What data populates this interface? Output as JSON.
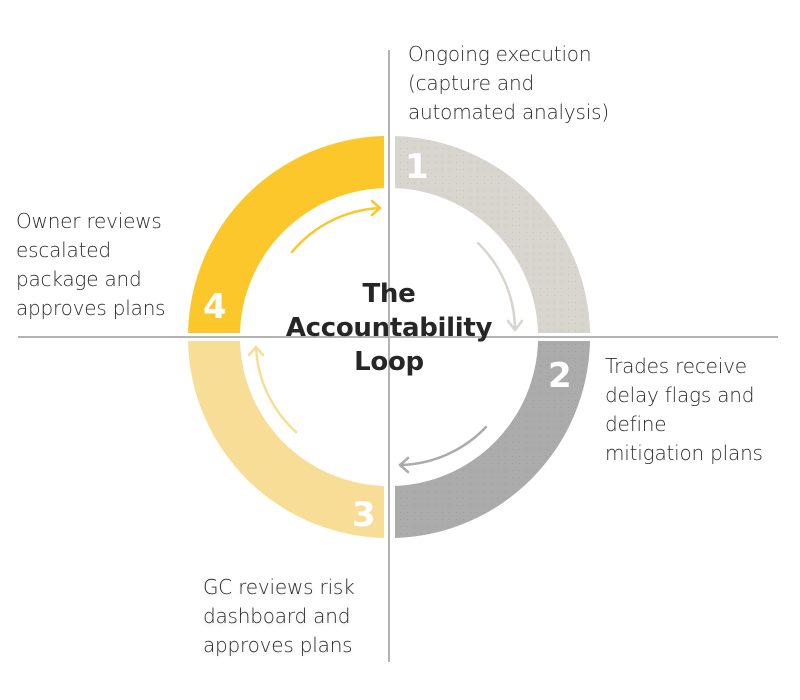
{
  "title": {
    "lines": [
      "The",
      "Accountability",
      "Loop"
    ]
  },
  "colors": {
    "segment_1": "#d8d5cf",
    "segment_2": "#ababab",
    "segment_3": "#f8dd96",
    "segment_4": "#fcc72a",
    "divider_line": "#b3b3b3",
    "title_text": "#262626",
    "label_text": "#2b2b2b",
    "number_text": "#ffffff"
  },
  "steps": [
    {
      "number": "1",
      "lines": [
        "Ongoing execution",
        "(capture and",
        "automated analysis)"
      ]
    },
    {
      "number": "2",
      "lines": [
        "Trades receive",
        "delay flags and",
        "define",
        "mitigation plans"
      ]
    },
    {
      "number": "3",
      "lines": [
        "GC reviews risk",
        "dashboard and",
        "approves plans"
      ]
    },
    {
      "number": "4",
      "lines": [
        "Owner reviews",
        "escalated",
        "package and",
        "approves plans"
      ]
    }
  ],
  "icons": {
    "arrows": [
      "clockwise-arrow-top-left",
      "clockwise-arrow-top-right",
      "clockwise-arrow-bottom-right",
      "clockwise-arrow-bottom-left"
    ]
  }
}
